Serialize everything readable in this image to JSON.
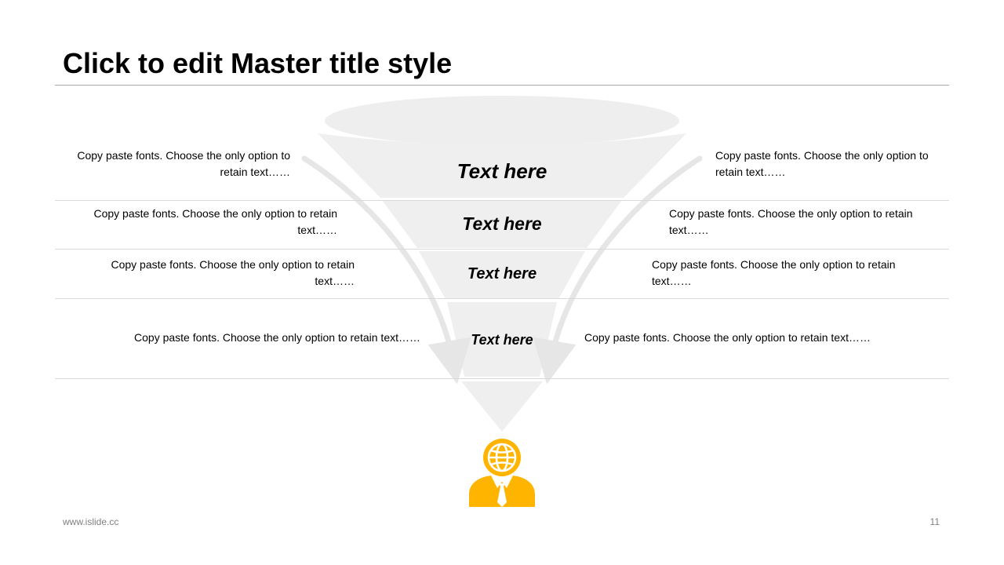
{
  "slide": {
    "title": "Click to edit Master title style",
    "footer_url": "www.islide.cc",
    "page_number": "11"
  },
  "funnel": {
    "stages": [
      {
        "label": "Text here",
        "left_note": "Copy paste fonts. Choose the only option to retain text……",
        "right_note": "Copy paste fonts. Choose the only option to retain text……"
      },
      {
        "label": "Text here",
        "left_note": "Copy paste fonts. Choose the only option to retain text……",
        "right_note": "Copy paste fonts. Choose the only option to retain text……"
      },
      {
        "label": "Text here",
        "left_note": "Copy paste fonts. Choose the only option to retain text……",
        "right_note": "Copy paste fonts. Choose the only option to retain text……"
      },
      {
        "label": "Text here",
        "left_note": "Copy paste fonts. Choose the only option to retain text……",
        "right_note": "Copy paste fonts. Choose the only option to retain text……"
      }
    ],
    "funnel_color": "#eeeeee",
    "icon": "businessman-globe-icon",
    "icon_color": "#ffb400"
  }
}
